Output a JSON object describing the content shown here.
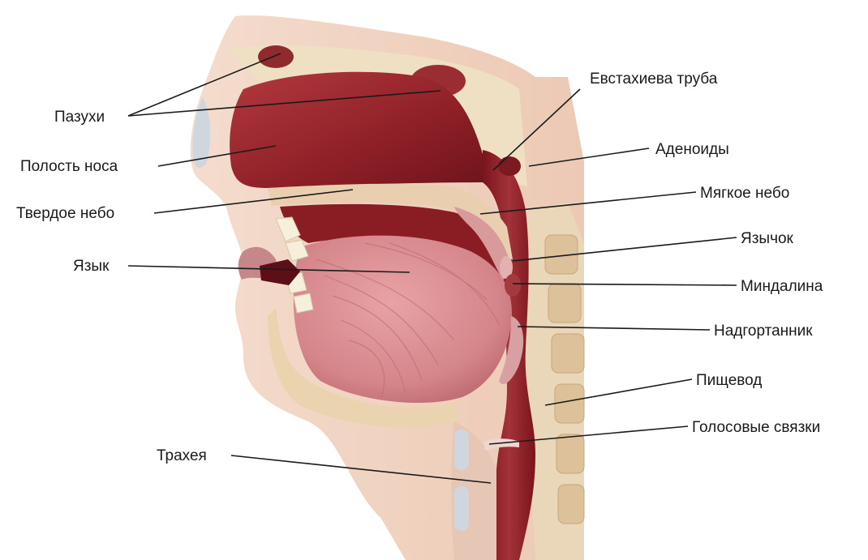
{
  "labels": {
    "sinuses": "Пазухи",
    "nasal_cavity": "Полость носа",
    "hard_palate": "Твердое небо",
    "tongue": "Язык",
    "trachea": "Трахея",
    "eustachian_tube": "Евстахиева труба",
    "adenoids": "Аденоиды",
    "soft_palate": "Мягкое небо",
    "uvula": "Язычок",
    "tonsil": "Миндалина",
    "epiglottis": "Надгортанник",
    "esophagus": "Пищевод",
    "vocal_cords": "Голосовые связки"
  },
  "colors": {
    "skin": "#f2d6c4",
    "bone": "#efe0c3",
    "cavity_dark": "#8c1d24",
    "cavity_mid": "#a8323a",
    "tongue": "#d98a8f",
    "muscle_light": "#e7b3b2",
    "leader_line": "#1a1a1a"
  }
}
